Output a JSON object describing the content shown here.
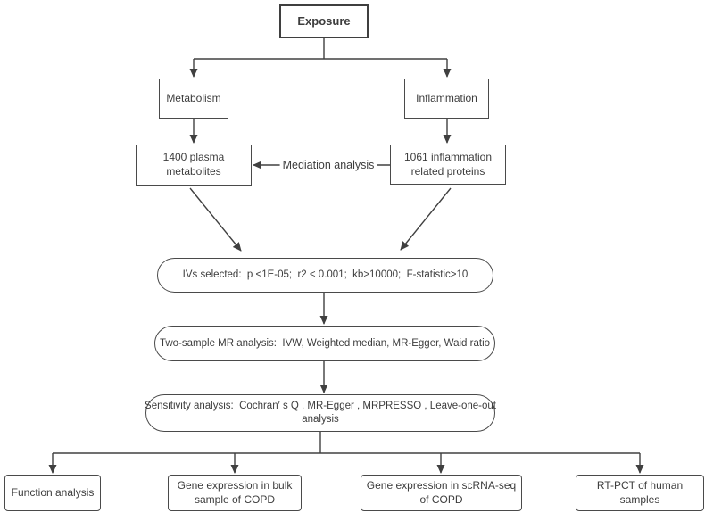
{
  "diagram": {
    "nodes": {
      "exposure": {
        "label": "Exposure"
      },
      "metabolism": {
        "label": "Metabolism"
      },
      "inflammation": {
        "label": "Inflammation"
      },
      "metabolites": {
        "label": "1400 plasma metabolites"
      },
      "proteins": {
        "label": "1061 inflammation related proteins"
      },
      "ivs": {
        "label": "IVs selected:  p <1E-05;  r2 < 0.001;  kb>10000;  F-statistic>10"
      },
      "mr": {
        "label": "Two-sample MR analysis:  IVW, Weighted median, MR-Egger, Waid ratio"
      },
      "sensitivity": {
        "lines": [
          "Sensitivity analysis:  Cochran′ s Q , MR-Egger , MRPRESSO , Leave-one-out",
          "analysis"
        ]
      },
      "function": {
        "label": "Function analysis"
      },
      "bulk": {
        "label": "Gene expression in bulk sample of COPD"
      },
      "scrna": {
        "label": "Gene expression in scRNA-seq of COPD"
      },
      "rtpct": {
        "label": "RT-PCT of human samples"
      }
    },
    "edge_labels": {
      "mediation": "Mediation analysis"
    },
    "colors": {
      "line": "#404040",
      "border": "#4a4a4a",
      "text": "#3d3d3d",
      "background": "#ffffff"
    }
  }
}
